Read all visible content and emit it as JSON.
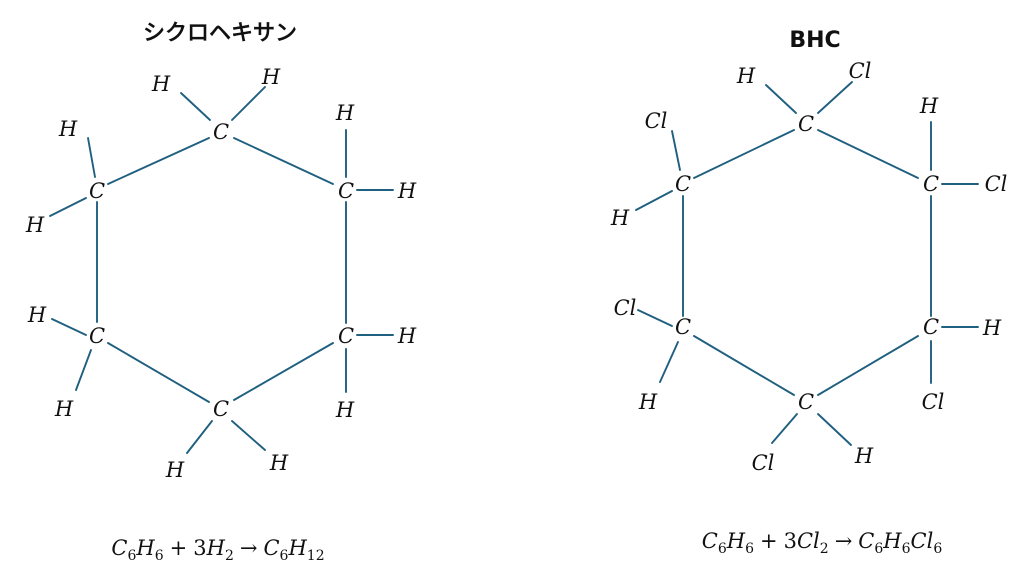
{
  "panels": [
    {
      "title": "シクロヘキサン",
      "atoms": [
        "C",
        "C",
        "C",
        "C",
        "C",
        "C",
        "H",
        "H",
        "H",
        "H",
        "H",
        "H",
        "H",
        "H",
        "H",
        "H",
        "H",
        "H"
      ],
      "equation": {
        "reactant1": "C",
        "reactant1_sub": "6",
        "reactant1b": "H",
        "reactant1b_sub": "6",
        "plus": "+",
        "coef": "3",
        "reactant2": "H",
        "reactant2_sub": "2",
        "arrow": "→",
        "product1": "C",
        "product1_sub": "6",
        "product2": "H",
        "product2_sub": "12"
      }
    },
    {
      "title": "BHC",
      "atoms": [
        "C",
        "C",
        "C",
        "C",
        "C",
        "C",
        "H",
        "Cl",
        "H",
        "Cl",
        "Cl",
        "H",
        "Cl",
        "H",
        "H",
        "Cl",
        "Cl",
        "H"
      ],
      "equation": {
        "reactant1": "C",
        "reactant1_sub": "6",
        "reactant1b": "H",
        "reactant1b_sub": "6",
        "plus": "+",
        "coef": "3",
        "reactant2": "Cl",
        "reactant2_sub": "2",
        "arrow": "→",
        "product1": "C",
        "product1_sub": "6",
        "product2": "H",
        "product2_sub": "6",
        "product3": "Cl",
        "product3_sub": "6"
      }
    }
  ]
}
